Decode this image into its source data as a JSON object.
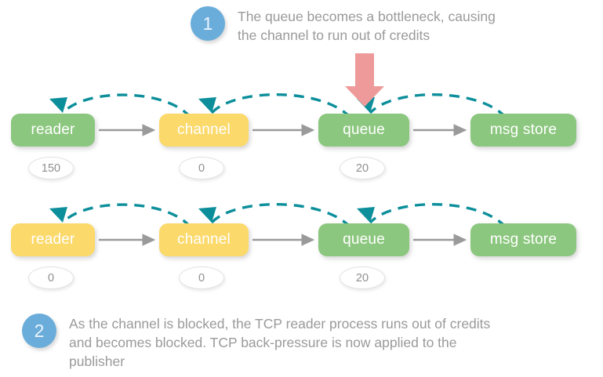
{
  "colors": {
    "node_green": "#8cc77f",
    "node_yellow": "#fbd96b",
    "step_blue": "#6badda",
    "arrow_gray": "#9a9a9a",
    "credit_arc_teal": "#0c8f9b",
    "alert_arrow_red": "#ef9a9a",
    "text_gray": "#9a9a9a",
    "background": "#ffffff"
  },
  "annotations": [
    {
      "number": "1",
      "text": "The queue becomes a bottleneck, causing\nthe channel to run out of credits"
    },
    {
      "number": "2",
      "text": "As the channel is blocked, the TCP reader process runs out of credits\nand becomes blocked. TCP back-pressure is now applied to the\npublisher"
    }
  ],
  "rows": [
    {
      "name": "row-1",
      "nodes": [
        {
          "label": "reader",
          "state": "green",
          "credits": "150"
        },
        {
          "label": "channel",
          "state": "yellow",
          "credits": "0"
        },
        {
          "label": "queue",
          "state": "green",
          "credits": "20"
        },
        {
          "label": "msg store",
          "state": "green",
          "credits": ""
        }
      ]
    },
    {
      "name": "row-2",
      "nodes": [
        {
          "label": "reader",
          "state": "yellow",
          "credits": "0"
        },
        {
          "label": "channel",
          "state": "yellow",
          "credits": "0"
        },
        {
          "label": "queue",
          "state": "green",
          "credits": "20"
        },
        {
          "label": "msg store",
          "state": "green",
          "credits": ""
        }
      ]
    }
  ]
}
